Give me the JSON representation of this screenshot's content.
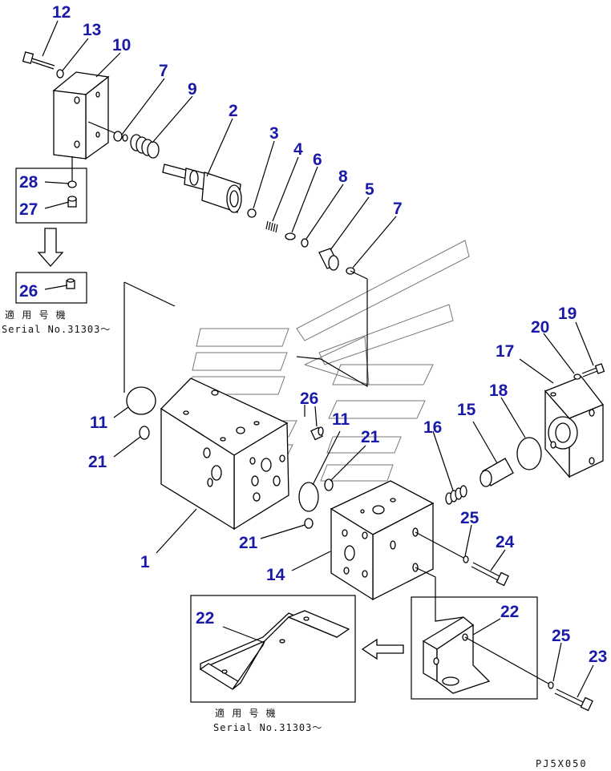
{
  "callouts": {
    "c12": "12",
    "c13": "13",
    "c10": "10",
    "c7a": "7",
    "c9": "9",
    "c2": "2",
    "c3": "3",
    "c4": "4",
    "c6": "6",
    "c8": "8",
    "c5": "5",
    "c7b": "7",
    "c28": "28",
    "c27": "27",
    "c26a": "26",
    "c11a": "11",
    "c21a": "21",
    "c26b": "26",
    "c11b": "11",
    "c21b": "21",
    "c1": "1",
    "c21c": "21",
    "c16": "16",
    "c15": "15",
    "c18": "18",
    "c17": "17",
    "c20": "20",
    "c19": "19",
    "c14": "14",
    "c25a": "25",
    "c24": "24",
    "c22a": "22",
    "c22b": "22",
    "c25b": "25",
    "c23": "23"
  },
  "notes": {
    "applicable_upper": "適 用 号 機",
    "serial_upper": "Serial No.31303～",
    "applicable_lower": "適 用 号 機",
    "serial_lower": "Serial No.31303～"
  },
  "drawing_code": "PJ5X050",
  "colors": {
    "callout": "#1a1aa8",
    "line": "#000000",
    "watermark": "#777777"
  }
}
